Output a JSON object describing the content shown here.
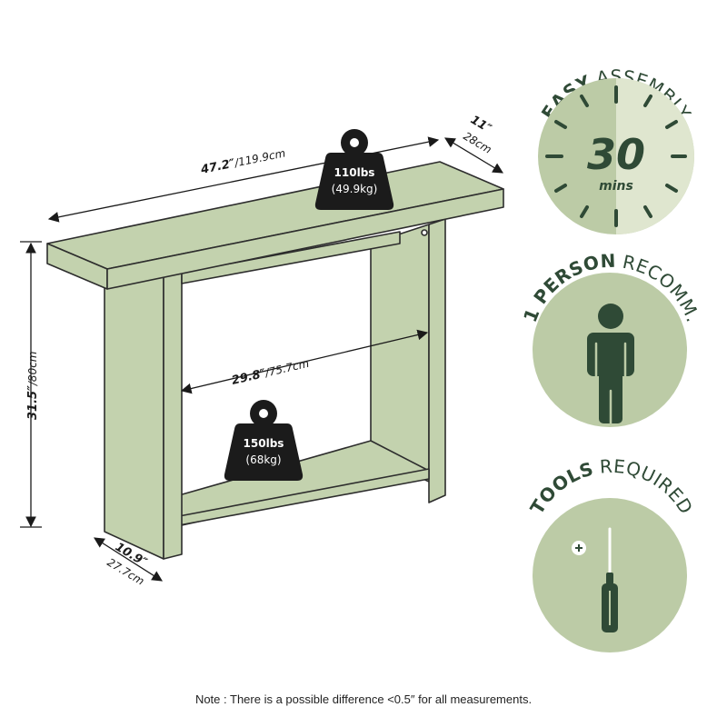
{
  "dimensions": {
    "width_in": "47.2″",
    "width_cm": "/119.9cm",
    "top_depth_in": "11″",
    "top_depth_cm": "28cm",
    "height_in": "31.5″",
    "height_cm": "/80cm",
    "inner_width_in": "29.8″",
    "inner_width_cm": "/75.7cm",
    "base_depth_in": "10.9″",
    "base_depth_cm": "27.7cm"
  },
  "weights": {
    "top": {
      "lbs": "110lbs",
      "kg": "(49.9kg)"
    },
    "shelf": {
      "lbs": "150lbs",
      "kg": "(68kg)"
    }
  },
  "badges": {
    "assembly": {
      "bold": "EASY",
      "rest": "ASSEMBLY",
      "number": "30",
      "unit": "mins"
    },
    "person": {
      "bold": "1 PERSON",
      "rest": "RECOMM."
    },
    "tools": {
      "bold": "TOOLS",
      "rest": "REQUIRED"
    }
  },
  "note": "Note : There is a possible difference <0.5″ for all measurements.",
  "colors": {
    "wood": "#c3d2ae",
    "outline": "#2d2d2d",
    "badge_bg": "#bccba6",
    "badge_light": "#dfe6cf",
    "badge_dark": "#2f4a36",
    "weight_fill": "#1b1b1b"
  },
  "icons": [
    "weight-icon",
    "clock-icon",
    "person-icon",
    "screwdriver-icon",
    "plus-icon"
  ]
}
